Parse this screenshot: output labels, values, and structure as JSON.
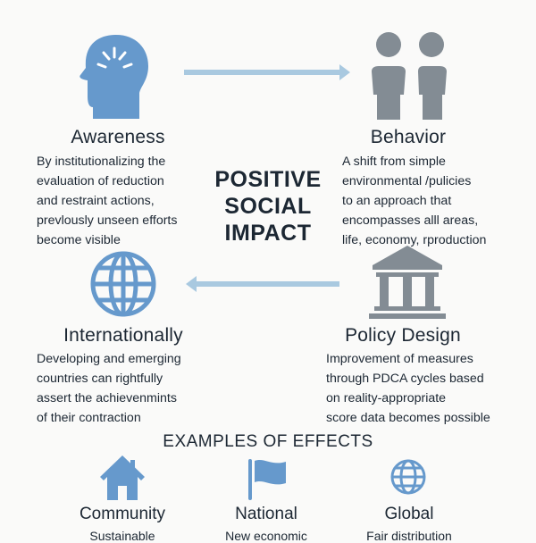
{
  "center": {
    "title": "POSITIVE\nSOCIAL\nIMPACT"
  },
  "awareness": {
    "title": "Awareness",
    "text": "By institutionalizing the\nevaluation of reduction\nand restraint actions,\nprevlously unseen efforts\nbecome visible",
    "icon": "head-icon"
  },
  "behavior": {
    "title": "Behavior",
    "text": "A shift from simple\nenvironmental /pulicies\nto an approach that\nencompasses alll  areas,\nlife, economy, rproduction",
    "icon": "people-icon"
  },
  "internationally": {
    "title": "Internationally",
    "text": "Developing and emerging\ncountries can rightfully\nassert the achievenmints\nof their contraction",
    "icon": "globe-icon"
  },
  "policy": {
    "title": "Policy Design",
    "text": "Improvement of measures\nthrough PDCA cycles based\non reality-appropriate\nscore data becomes possible",
    "icon": "building-icon"
  },
  "examples": {
    "title": "EXAMPLES OF EFFECTS",
    "items": [
      {
        "label": "Community",
        "sub": "Sustainable",
        "icon": "house-icon"
      },
      {
        "label": "National",
        "sub": "New economic",
        "icon": "flag-icon"
      },
      {
        "label": "Global",
        "sub": "Fair distribution",
        "icon": "globe-icon"
      }
    ]
  },
  "colors": {
    "blue": "#6699cc",
    "gray": "#838c94",
    "arrow": "#a9c9e0",
    "text": "#1c2733"
  }
}
